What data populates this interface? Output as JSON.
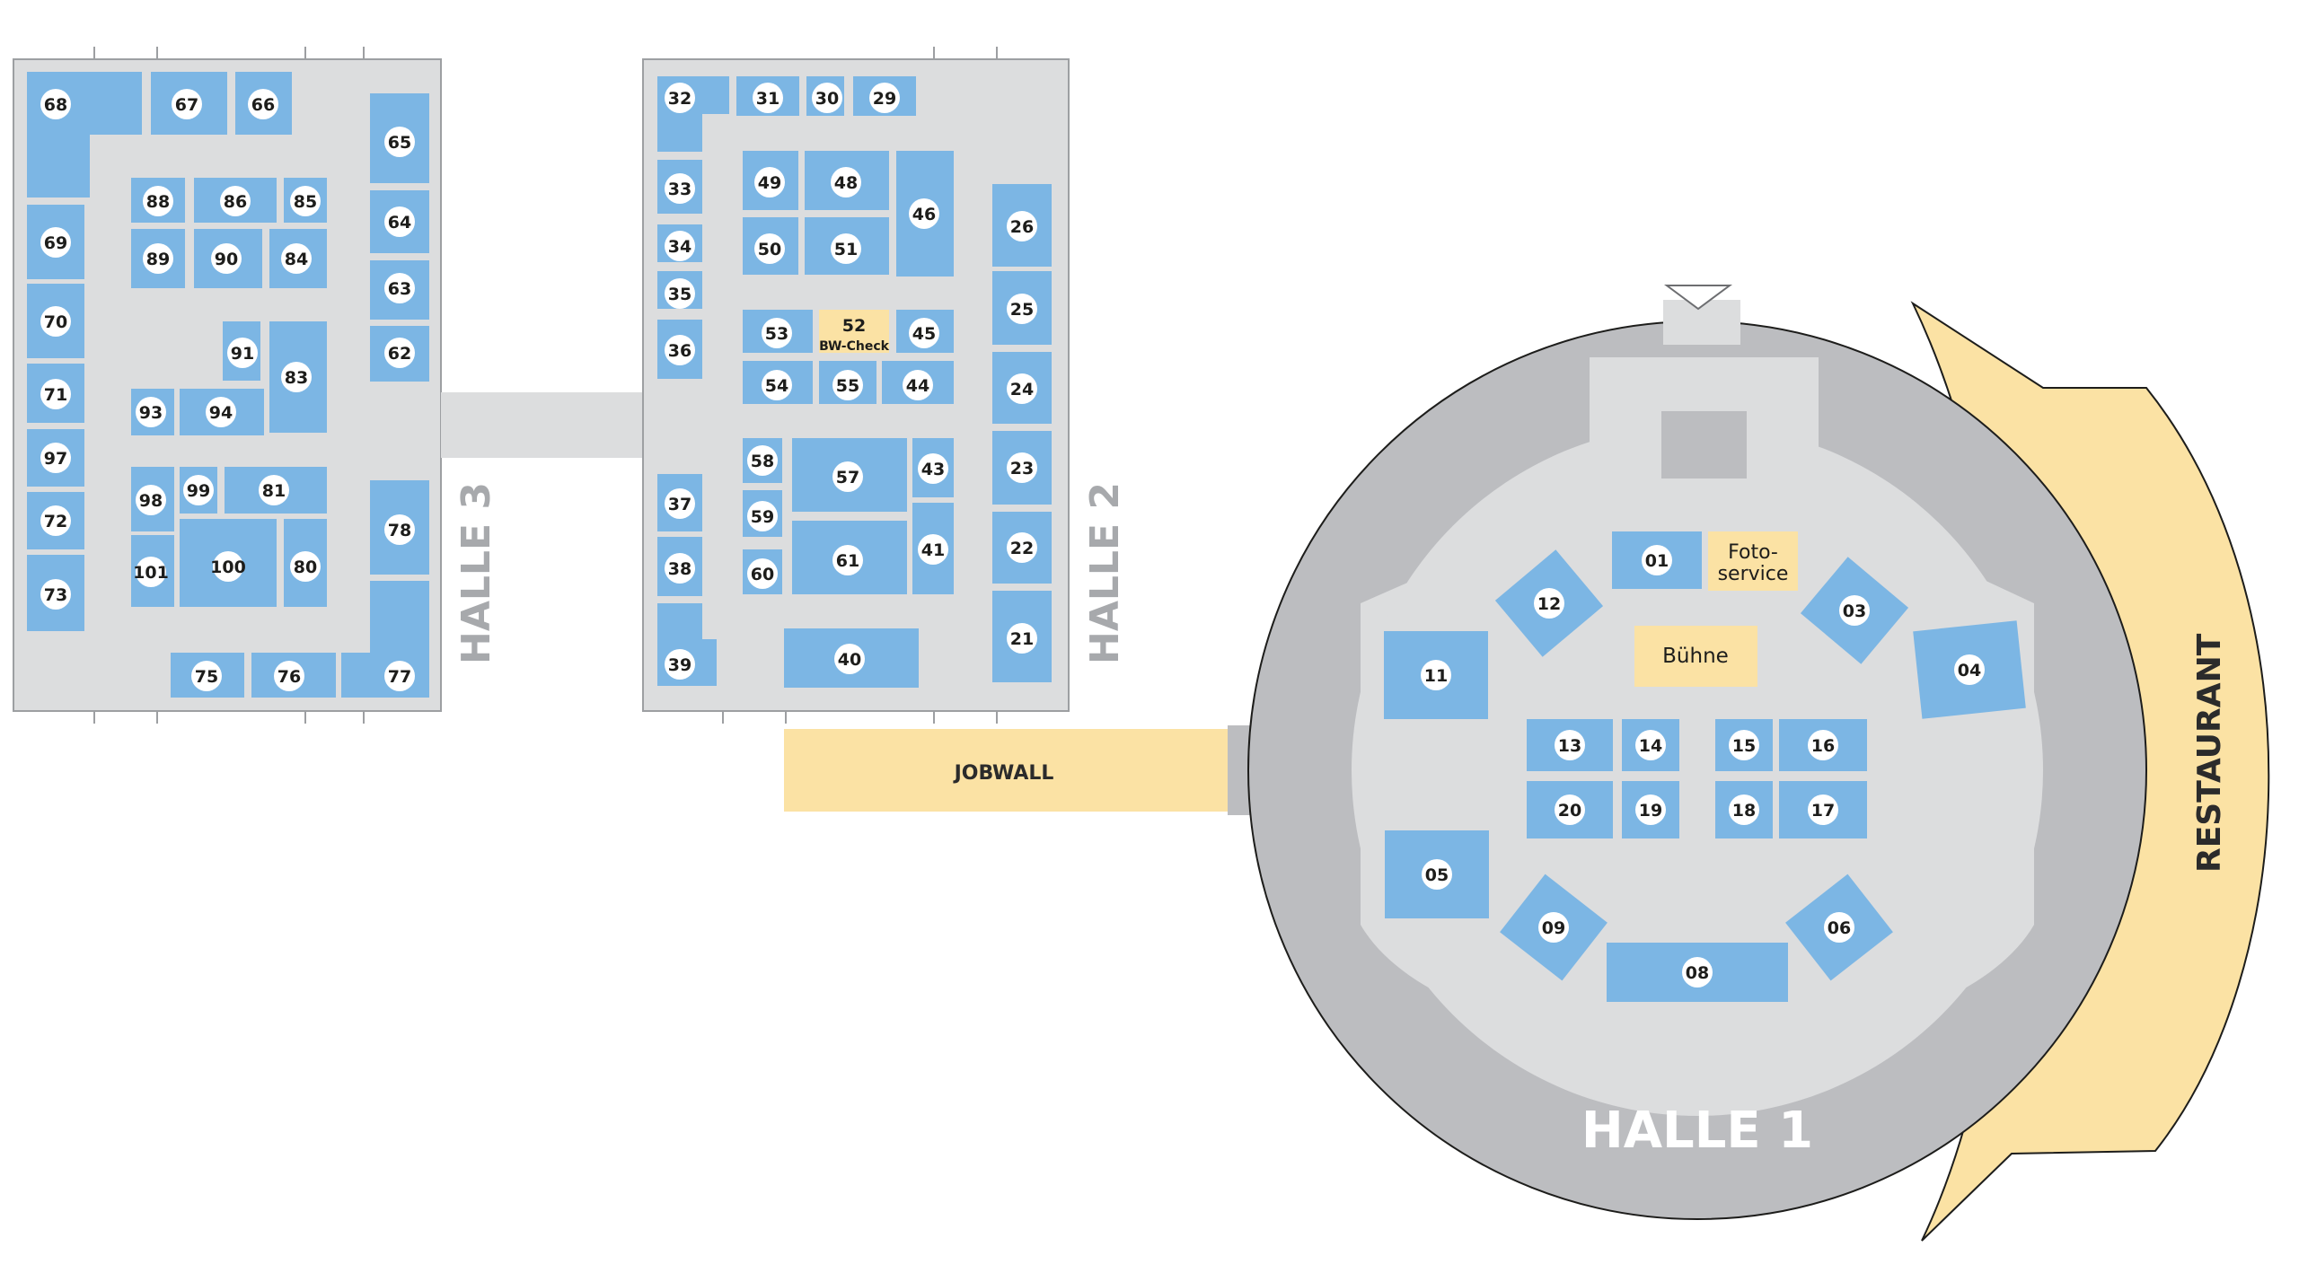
{
  "halls": {
    "hall1": "HALLE 1",
    "hall2": "HALLE 2",
    "hall3": "HALLE 3"
  },
  "areas": {
    "jobwall": "JOBWALL",
    "restaurant": "RESTAURANT",
    "stage": "Bühne",
    "foto_line1": "Foto-",
    "foto_line2": "service",
    "bw_check_num": "52",
    "bw_check_label": "BW-Check"
  },
  "colors": {
    "booth": "#7cb6e4",
    "special": "#fbe2a4",
    "floor": "#dcddde",
    "ring": "#bcbdc0",
    "hall_label": "#a7a9ac"
  },
  "booths": {
    "hall3": [
      "68",
      "67",
      "66",
      "65",
      "69",
      "70",
      "71",
      "97",
      "72",
      "73",
      "88",
      "86",
      "85",
      "64",
      "89",
      "90",
      "84",
      "63",
      "91",
      "83",
      "62",
      "93",
      "94",
      "98",
      "99",
      "81",
      "78",
      "101",
      "100",
      "80",
      "75",
      "76",
      "77"
    ],
    "hall2": [
      "32",
      "31",
      "30",
      "29",
      "33",
      "49",
      "48",
      "46",
      "26",
      "34",
      "50",
      "51",
      "35",
      "25",
      "53",
      "45",
      "36",
      "54",
      "55",
      "44",
      "24",
      "58",
      "57",
      "43",
      "23",
      "37",
      "59",
      "41",
      "22",
      "38",
      "60",
      "61",
      "21",
      "39",
      "40"
    ],
    "hall1": [
      "01",
      "12",
      "03",
      "11",
      "04",
      "13",
      "14",
      "15",
      "16",
      "20",
      "19",
      "18",
      "17",
      "05",
      "09",
      "06",
      "08"
    ]
  }
}
